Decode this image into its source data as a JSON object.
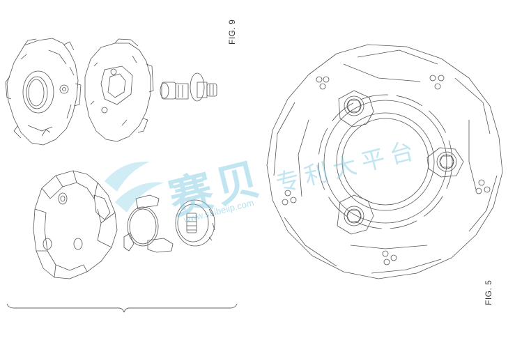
{
  "document": {
    "type": "patent drawing sheet",
    "figures": [
      {
        "id": "fig9",
        "label": "FIG. 9",
        "description": "Exploded perspective view of spinning top components",
        "parts": [
          "upper disk with central ring",
          "middle disk with hub",
          "shaft / driver",
          "outer faceted ring",
          "clip ring with tabs",
          "splined core disk"
        ]
      },
      {
        "id": "fig5",
        "label": "FIG. 5",
        "description": "Plan view of faceted ring with three hex bosses and hole clusters",
        "hex_bosses": 3,
        "hole_clusters": 5
      }
    ]
  },
  "watermark": {
    "logo_text": "赛贝",
    "tagline": "专利大平台",
    "url": "www.saibeiip.com",
    "color": "#78C8E1"
  },
  "colors": {
    "line": "#555555",
    "background": "#ffffff"
  }
}
